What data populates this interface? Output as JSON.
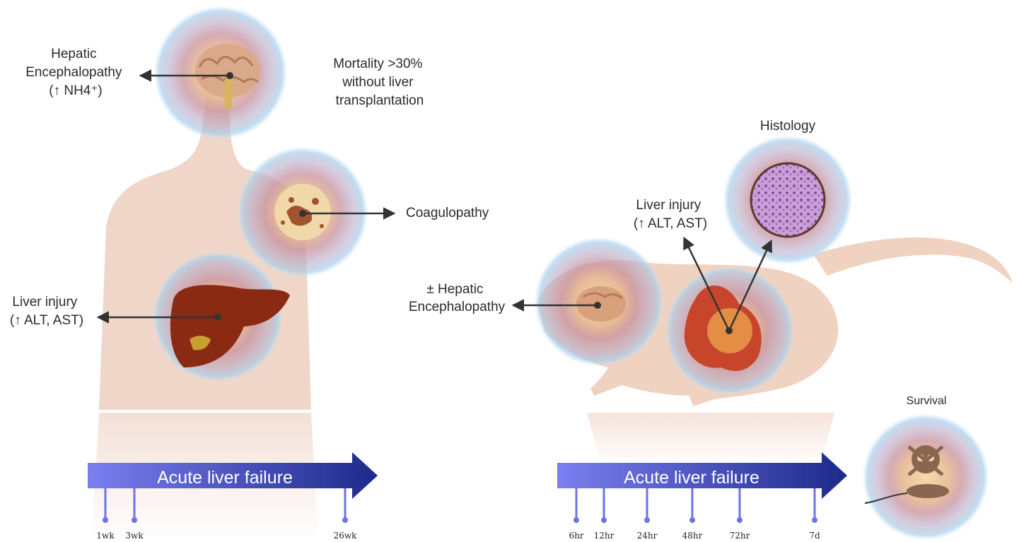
{
  "human": {
    "brain_label": [
      "Hepatic",
      "Encephalopathy",
      "(↑ NH4⁺)"
    ],
    "mortality_label": [
      "Mortality >30%",
      "without liver",
      "transplantation"
    ],
    "coag_label": "Coagulopathy",
    "liver_label": [
      "Liver injury",
      "(↑ ALT, AST)"
    ],
    "timeline_label": "Acute liver failure",
    "ticks": [
      {
        "label": "1wk",
        "week": 1
      },
      {
        "label": "3wk",
        "week": 3
      },
      {
        "label": "26wk",
        "week": 26
      }
    ]
  },
  "mouse": {
    "histology_label": "Histology",
    "liver_label": [
      "Liver injury",
      "(↑ ALT, AST)"
    ],
    "he_label": [
      "± Hepatic",
      "Encephalopathy"
    ],
    "survival_label": "Survival",
    "timeline_label": "Acute liver failure",
    "ticks": [
      {
        "label": "6hr"
      },
      {
        "label": "12hr"
      },
      {
        "label": "24hr"
      },
      {
        "label": "48hr"
      },
      {
        "label": "72hr"
      },
      {
        "label": "7d"
      }
    ]
  },
  "colors": {
    "skin": "#efd6c8",
    "mouse_body": "#f0d2c0",
    "arrow_start": "#7b7ff0",
    "arrow_end": "#1d2a8a",
    "tick": "#6b74e6",
    "liver": "#8a2a12",
    "halo_outer": "#a9d2ee",
    "halo_mid": "#c79aa8",
    "halo_inner": "#e8c29c"
  }
}
